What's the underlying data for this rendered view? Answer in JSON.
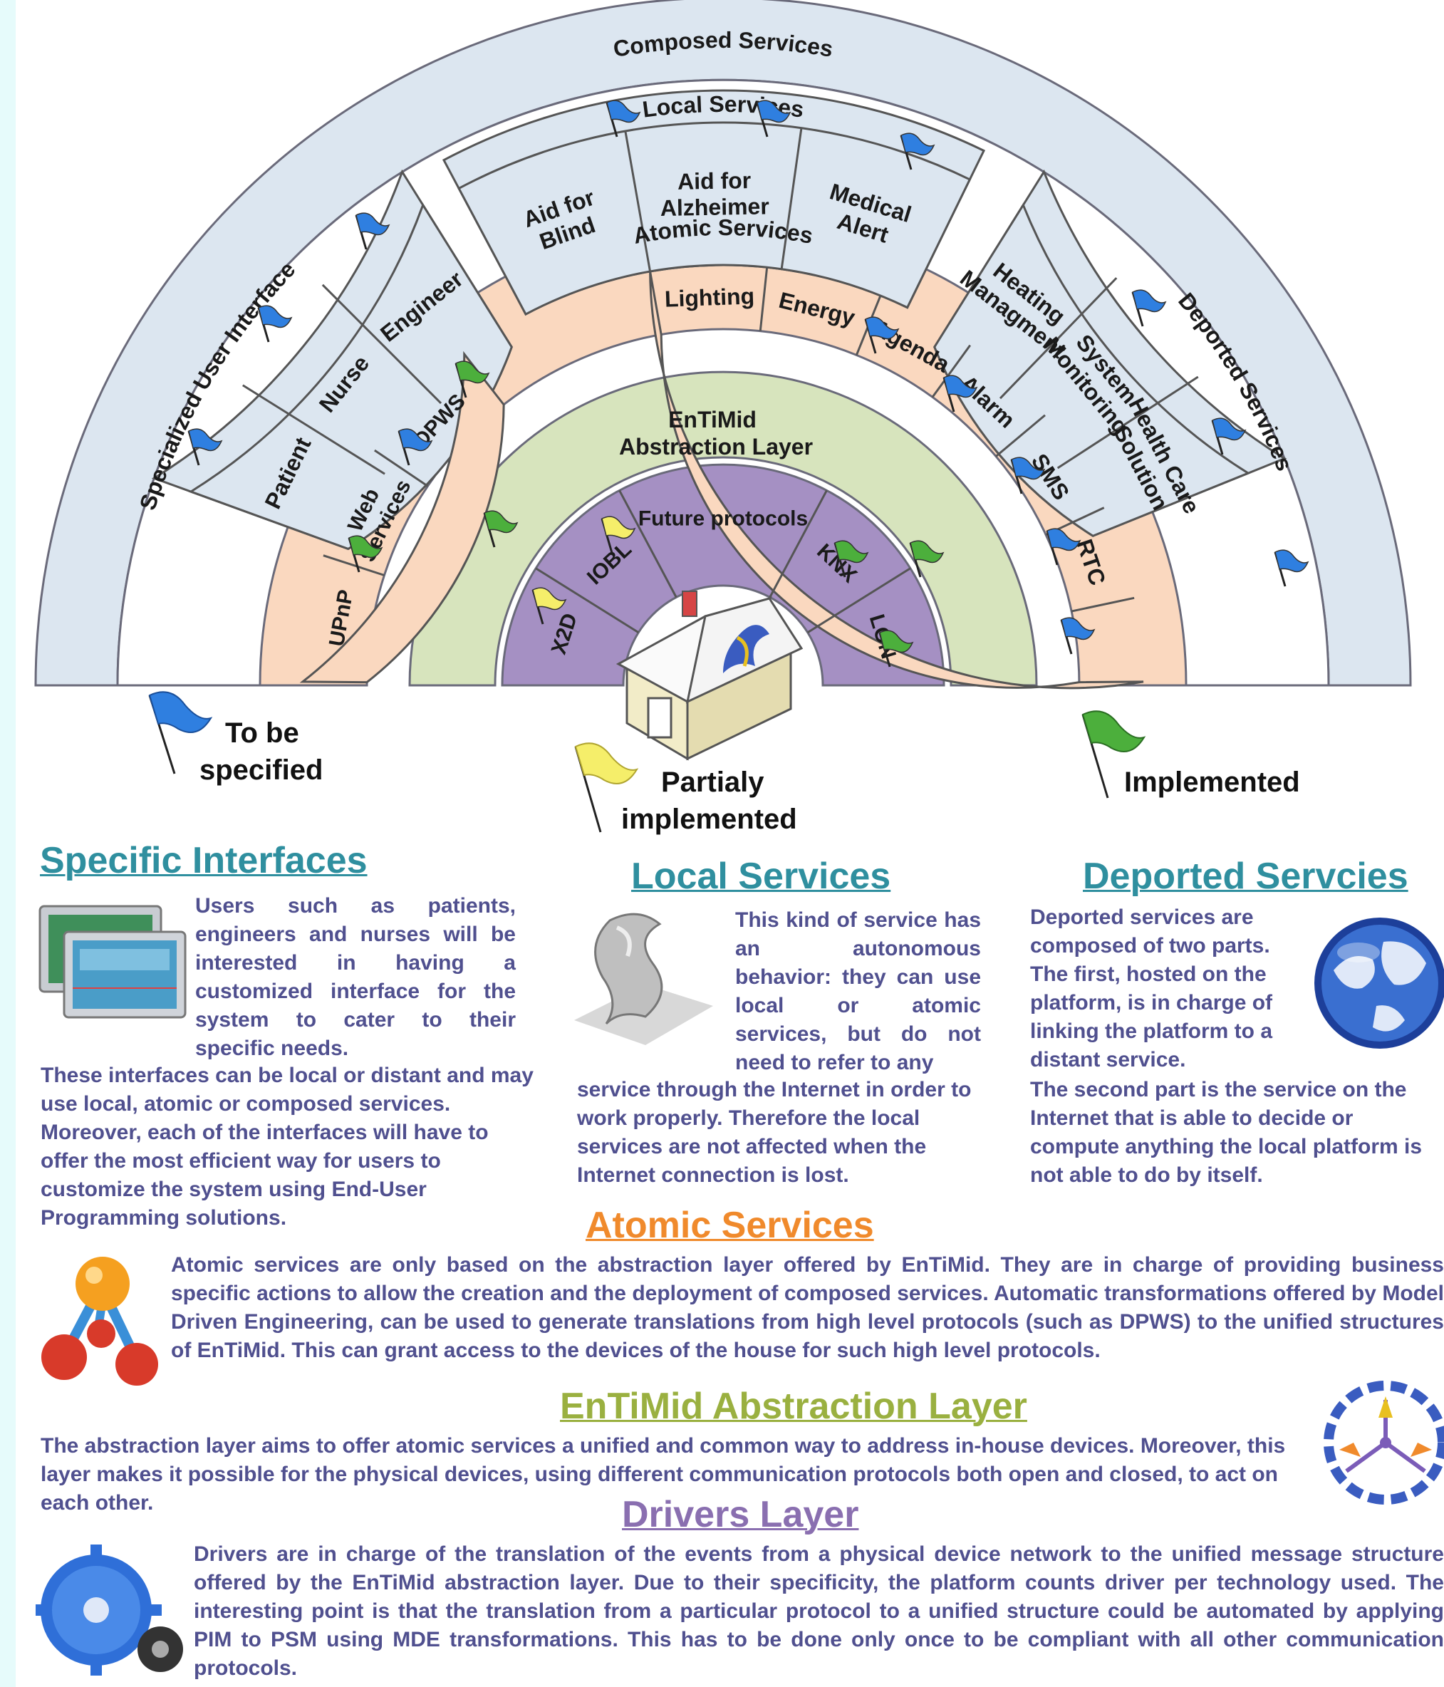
{
  "diagram": {
    "composed_services": "Composed Services",
    "local_services": "Local Services",
    "local_items": [
      [
        "Aid for",
        "Blind"
      ],
      [
        "Aid for",
        "Alzheimer"
      ],
      [
        "Medical",
        "Alert"
      ]
    ],
    "specialized_ui": "Specialized User Interface",
    "ui_items": [
      "Patient",
      "Nurse",
      "Engineer"
    ],
    "deported_services": "Deported Services",
    "deported_items": [
      [
        "Heating",
        "Managment"
      ],
      [
        "System",
        "Monitoring"
      ],
      [
        "Health Care",
        "Solution"
      ]
    ],
    "atomic_services": "Atomic Services",
    "atomic_items": [
      "Lighting",
      "Energy",
      "Agenda",
      "Alarm",
      "SMS",
      "RTC"
    ],
    "protocol_items": [
      "UPnP",
      [
        "Web",
        "Services"
      ],
      "DPWS"
    ],
    "abstraction_layer": [
      "EnTiMid",
      "Abstraction Layer"
    ],
    "driver_items": [
      "X2D",
      "IOBL",
      "Future protocols",
      "KNX",
      "LON"
    ],
    "colors": {
      "composed": "#dce6f0",
      "atomic": "#fad8bf",
      "abstraction": "#d7e4bd",
      "drivers": "#a590c3",
      "flag_blue": "#2f7fe0",
      "flag_yellow": "#f5ee6a",
      "flag_green": "#4caf3c"
    }
  },
  "legend": {
    "to_be_specified": [
      "To be",
      "specified"
    ],
    "partially": [
      "Partialy",
      "implemented"
    ],
    "implemented": "Implemented"
  },
  "sections": {
    "specific": {
      "title": "Specific Interfaces",
      "color": "#2f8f9f",
      "text1": "Users such as patients, engineers and nurses will be interested in having a customized interface for the system to cater to their specific needs.",
      "text2": "These interfaces can be local or distant and may use local, atomic or composed services. Moreover, each of the interfaces will have to offer the most efficient way for users to customize the system using End-User Programming solutions."
    },
    "local": {
      "title": "Local Services",
      "color": "#2f8f9f",
      "text1": "This kind of service has an autonomous behavior: they can use local or atomic services, but do not need to refer to any",
      "text2": "service through the Internet in order to work properly. Therefore the local services are not affected when the Internet connection is lost."
    },
    "deported": {
      "title": "Deported Servcies",
      "color": "#2f8f9f",
      "text1": "Deported services are composed of two parts. The first, hosted on the platform, is in charge of linking the platform to a distant service.",
      "text2": "The second part is the service on the Internet that is able to decide or compute anything the local platform is not able to do by itself."
    },
    "atomic": {
      "title": "Atomic Services",
      "color": "#f08a2c",
      "text": "Atomic services are only based on the abstraction layer offered by EnTiMid. They are in charge of providing business specific actions to allow the creation and the deployment of composed services. Automatic transformations offered by Model Driven Engineering, can be used to generate translations from high level protocols (such as DPWS) to the unified structures of EnTiMid. This can grant access to the devices of the house for such high level protocols."
    },
    "abstraction": {
      "title": "EnTiMid Abstraction Layer",
      "color": "#9ab040",
      "text": "The abstraction layer aims to offer atomic services a unified and common way to address in-house devices. Moreover, this layer makes it possible for the physical devices, using different communication protocols both open and closed, to act on each other."
    },
    "drivers": {
      "title": "Drivers Layer",
      "color": "#8a6fb0",
      "text": "Drivers are in charge of the translation of the events from a physical device network to the unified message structure offered by the EnTiMid abstraction layer. Due to their specificity, the platform counts driver per technology used. The interesting point is that the translation from a particular protocol to a unified structure could be automated by applying PIM to PSM using MDE transformations. This has to be done only once to be compliant with all other communication protocols."
    }
  }
}
